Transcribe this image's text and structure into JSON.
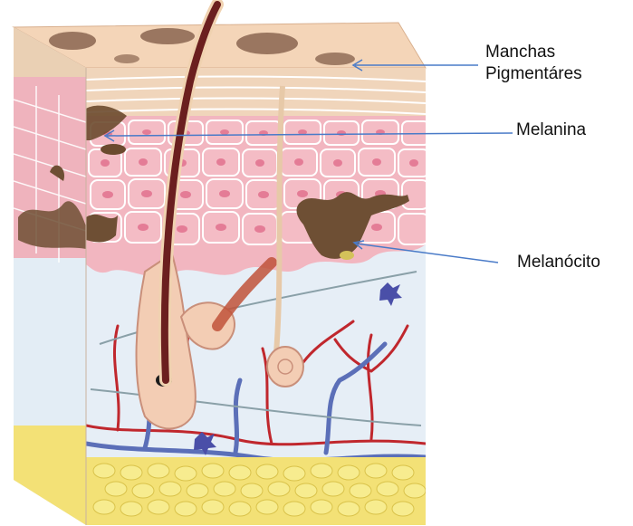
{
  "labels": {
    "manchas_line1": "Manchas",
    "manchas_line2": "Pigmentáres",
    "melanina": "Melanina",
    "melanocito": "Melanócito"
  },
  "colors": {
    "pointer": "#4a7bc8",
    "epidermis": "#f2b6c0",
    "cell_border": "#ffffff",
    "stratum_corneum": "#e9c7a8",
    "pigment_spot": "#8a6550",
    "melanin": "#6b4a2e",
    "dermis": "#e6eef6",
    "artery": "#c0272d",
    "vein": "#5b6fb8",
    "fat": "#f5e67a",
    "hair": "#6b1f1f"
  }
}
